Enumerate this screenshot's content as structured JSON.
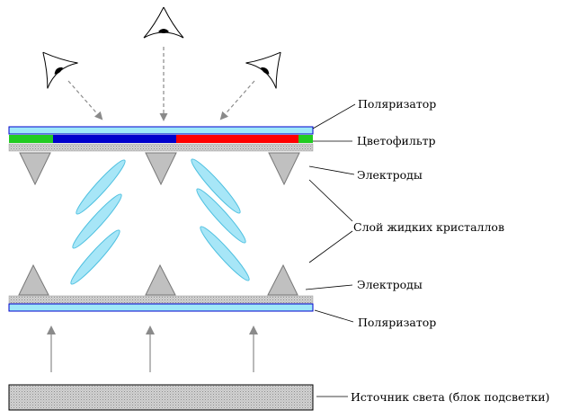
{
  "labels": {
    "polarizer_top": "Поляризатор",
    "color_filter": "Цветофильтр",
    "electrodes_top": "Электроды",
    "liquid_crystal": "Слой жидких кристаллов",
    "electrodes_bottom": "Электроды",
    "polarizer_bottom": "Поляризатор",
    "backlight": "Источник света (блок подсветки)"
  },
  "colors": {
    "polarizer": "#9FE8F9",
    "filter_green": "#22CC22",
    "filter_blue": "#0000CC",
    "filter_red": "#FF0000",
    "electrode": "#C0C0C0",
    "crystal": "#A7E6F7",
    "backlight": "#C4C4C4"
  },
  "icons": {
    "eye": "eye-icon",
    "arrow": "arrow-icon"
  }
}
